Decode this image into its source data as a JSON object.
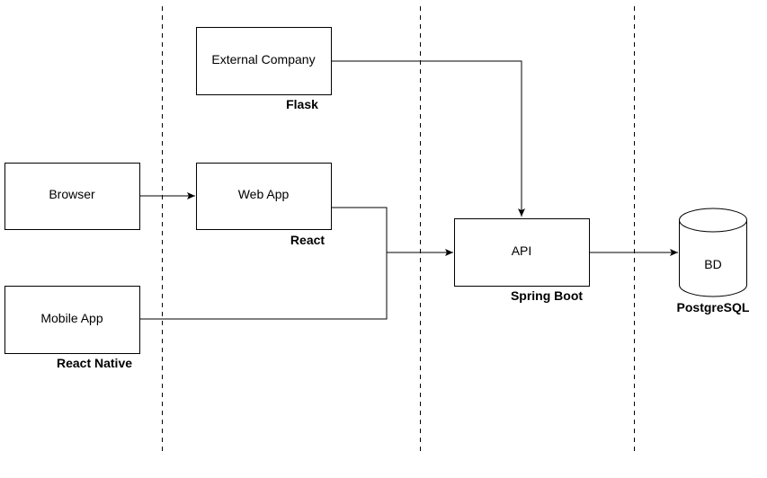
{
  "nodes": {
    "external_company": "External Company",
    "browser": "Browser",
    "web_app": "Web App",
    "mobile_app": "Mobile App",
    "api": "API",
    "db": "BD"
  },
  "tech": {
    "flask": "Flask",
    "react": "React",
    "react_native": "React Native",
    "spring_boot": "Spring Boot",
    "postgresql": "PostgreSQL"
  }
}
